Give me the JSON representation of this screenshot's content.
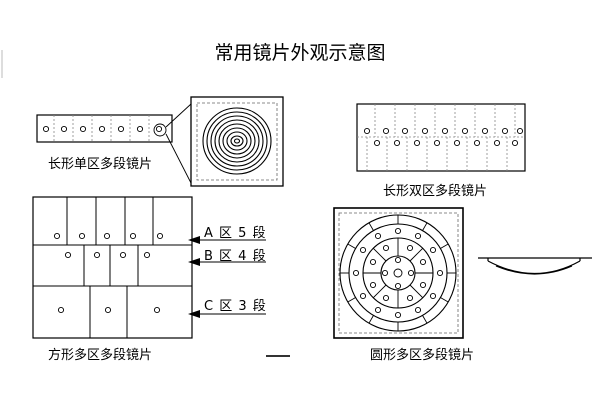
{
  "title": "常用镜片外观示意图",
  "labels": {
    "long_single": "长形单区多段镜片",
    "long_double": "长形双区多段镜片",
    "square_multi": "方形多区多段镜片",
    "round_multi": "圆形多区多段镜片"
  },
  "zones": [
    {
      "label": "A 区 5 段"
    },
    {
      "label": "B 区 4 段"
    },
    {
      "label": "C 区 3 段"
    }
  ],
  "colors": {
    "line": "#000000",
    "dash": "#666666",
    "background": "#ffffff"
  }
}
